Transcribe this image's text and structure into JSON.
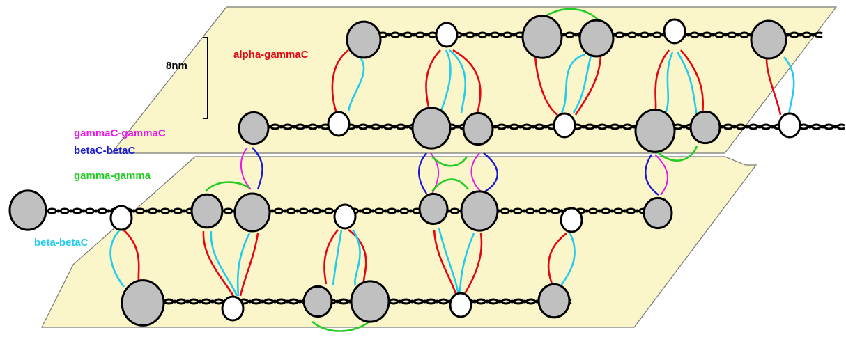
{
  "scale": {
    "label": "8nm"
  },
  "legend": [
    {
      "key": "alpha_gammaC",
      "label": "alpha-gammaC",
      "color": "#e30613"
    },
    {
      "key": "gammaC_gammaC",
      "label": "gammaC-gammaC",
      "color": "#e619e6"
    },
    {
      "key": "betaC_betaC",
      "label": "betaC-betaC",
      "color": "#1a1ad4"
    },
    {
      "key": "gamma_gamma",
      "label": "gamma-gamma",
      "color": "#22cc22"
    },
    {
      "key": "beta_betaC",
      "label": "beta-betaC",
      "color": "#22ccee"
    }
  ],
  "colors": {
    "plane_fill": "#fbf6c9",
    "plane_stroke": "#777777",
    "globular_node": "#c0c0c0",
    "open_node": "#ffffff",
    "fiber": "#000000"
  }
}
